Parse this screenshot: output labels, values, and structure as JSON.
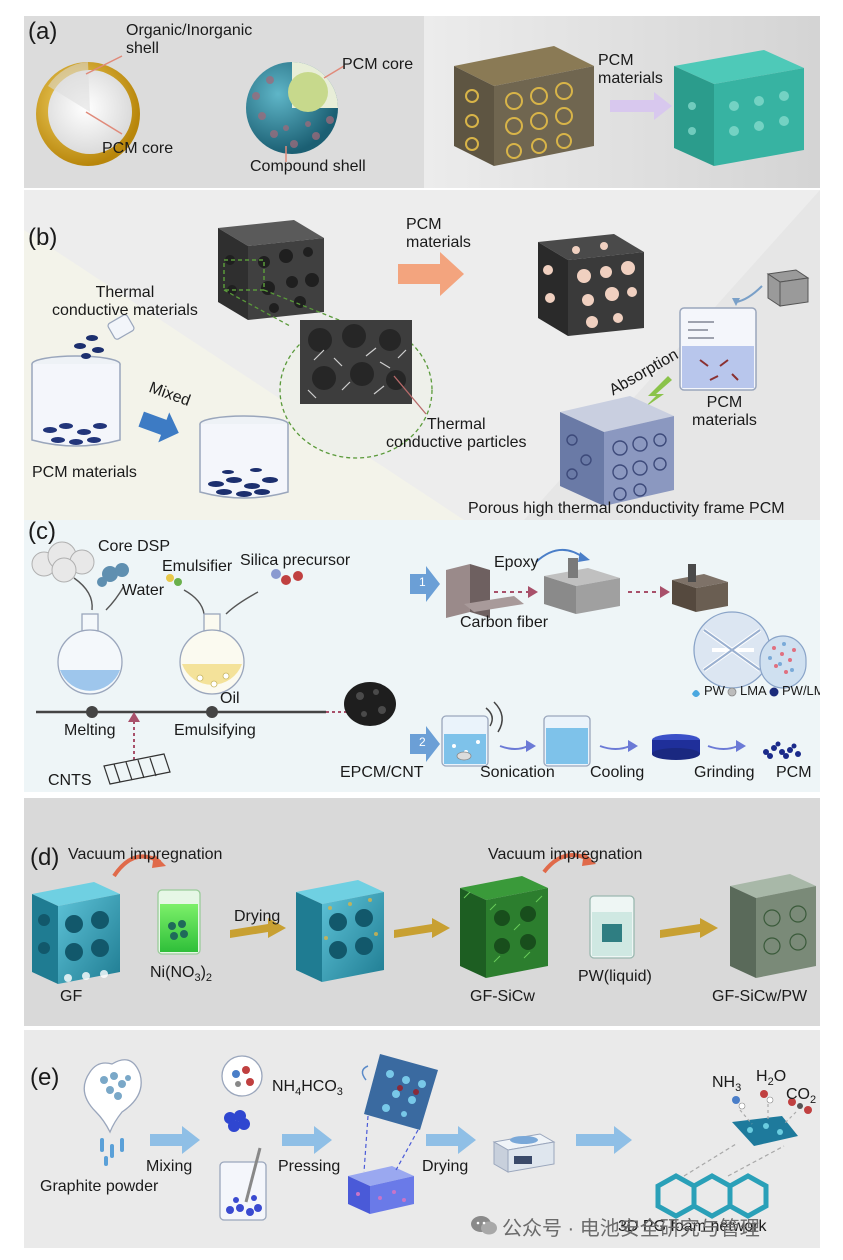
{
  "colors": {
    "teal": "#2a8c9c",
    "navy": "#1e2d7a",
    "arrow_blue": "#7fb1df",
    "gold": "#c89c22",
    "salmon": "#f3a47e",
    "panel_gray": "#d9d9d9"
  },
  "panel_a": {
    "label": "(a)",
    "organic_shell": "Organic/Inorganic\nshell",
    "pcm_core_left": "PCM core",
    "pcm_core_right": "PCM core",
    "compound_shell": "Compound shell",
    "pcm_materials": "PCM\nmaterials"
  },
  "panel_b": {
    "label": "(b)",
    "pcm_materials_top": "PCM\nmaterials",
    "thermal_conductive_materials": "Thermal\nconductive materials",
    "mixed": "Mixed",
    "pcm_materials_left": "PCM materials",
    "thermal_conductive_particles": "Thermal\nconductive particles",
    "absorption": "Absorption",
    "pcm_materials_right": "PCM\nmaterials",
    "frame_caption": "Porous high thermal conductivity frame PCM"
  },
  "panel_c": {
    "label": "(c)",
    "core_dsp": "Core DSP",
    "water": "Water",
    "emulsifier": "Emulsifier",
    "silica_precursor": "Silica precursor",
    "oil": "Oil",
    "melting": "Melting",
    "emulsifying": "Emulsifying",
    "cnts": "CNTS",
    "epoxy": "Epoxy",
    "carbon_fiber": "Carbon fiber",
    "legend_pw": "PW",
    "legend_lma": "LMA",
    "legend_pwlma": "PW/LMA",
    "step1": "1",
    "step2": "2",
    "epcm_cnt": "EPCM/CNT",
    "sonication": "Sonication",
    "cooling": "Cooling",
    "grinding": "Grinding",
    "pcm": "PCM"
  },
  "panel_d": {
    "label": "(d)",
    "vacuum1": "Vacuum impregnation",
    "vacuum2": "Vacuum impregnation",
    "drying": "Drying",
    "gf": "GF",
    "nitrate_main": "Ni(NO",
    "nitrate_sub1": "3",
    "nitrate_close": ")",
    "nitrate_sub2": "2",
    "gf_sicw": "GF-SiCw",
    "pw_liquid": "PW(liquid)",
    "gf_sicw_pw": "GF-SiCw/PW"
  },
  "panel_e": {
    "label": "(e)",
    "nh4hco3_a": "NH",
    "nh4hco3_sub": "4",
    "nh4hco3_b": "HCO",
    "nh4hco3_sub2": "3",
    "graphite_powder": "Graphite powder",
    "mixing": "Mixing",
    "pressing": "Pressing",
    "drying": "Drying",
    "foam_network": "3D PG foam network",
    "nh3_a": "NH",
    "nh3_sub": "3",
    "h2o_a": "H",
    "h2o_sub": "2",
    "h2o_b": "O",
    "co2_a": "CO",
    "co2_sub": "2"
  },
  "watermark": "公众号 · 电池安全研究与管理"
}
